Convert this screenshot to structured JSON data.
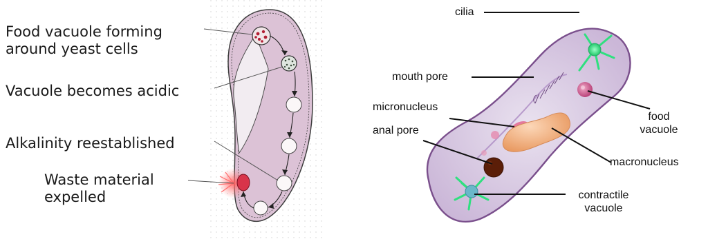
{
  "left_panel": {
    "labels": {
      "food_vacuole_forming": [
        "Food vacuole forming",
        "around yeast cells"
      ],
      "vacuole_acidic": "Vacuole becomes acidic",
      "alkalinity": "Alkalinity reestablished",
      "waste": [
        "Waste material",
        "expelled"
      ]
    }
  },
  "right_panel": {
    "labels": {
      "cilia": "cilia",
      "mouth_pore": "mouth pore",
      "micronucleus": "micronucleus",
      "anal_pore": "anal pore",
      "food_vacuole": [
        "food",
        "vacuole"
      ],
      "macronucleus": "macronucleus",
      "contractile_vacuole": [
        "contractile",
        "vacuole"
      ]
    }
  },
  "colors": {
    "cell_fill_left": "#dcc2d6",
    "cell_fill_right": "#d9cde4",
    "membrane_right": "#7a4f8c",
    "macronucleus": "#f2b48c",
    "anal_pore": "#5b1e08",
    "contractile": "#3ce08a",
    "waste": "#e0474f"
  }
}
